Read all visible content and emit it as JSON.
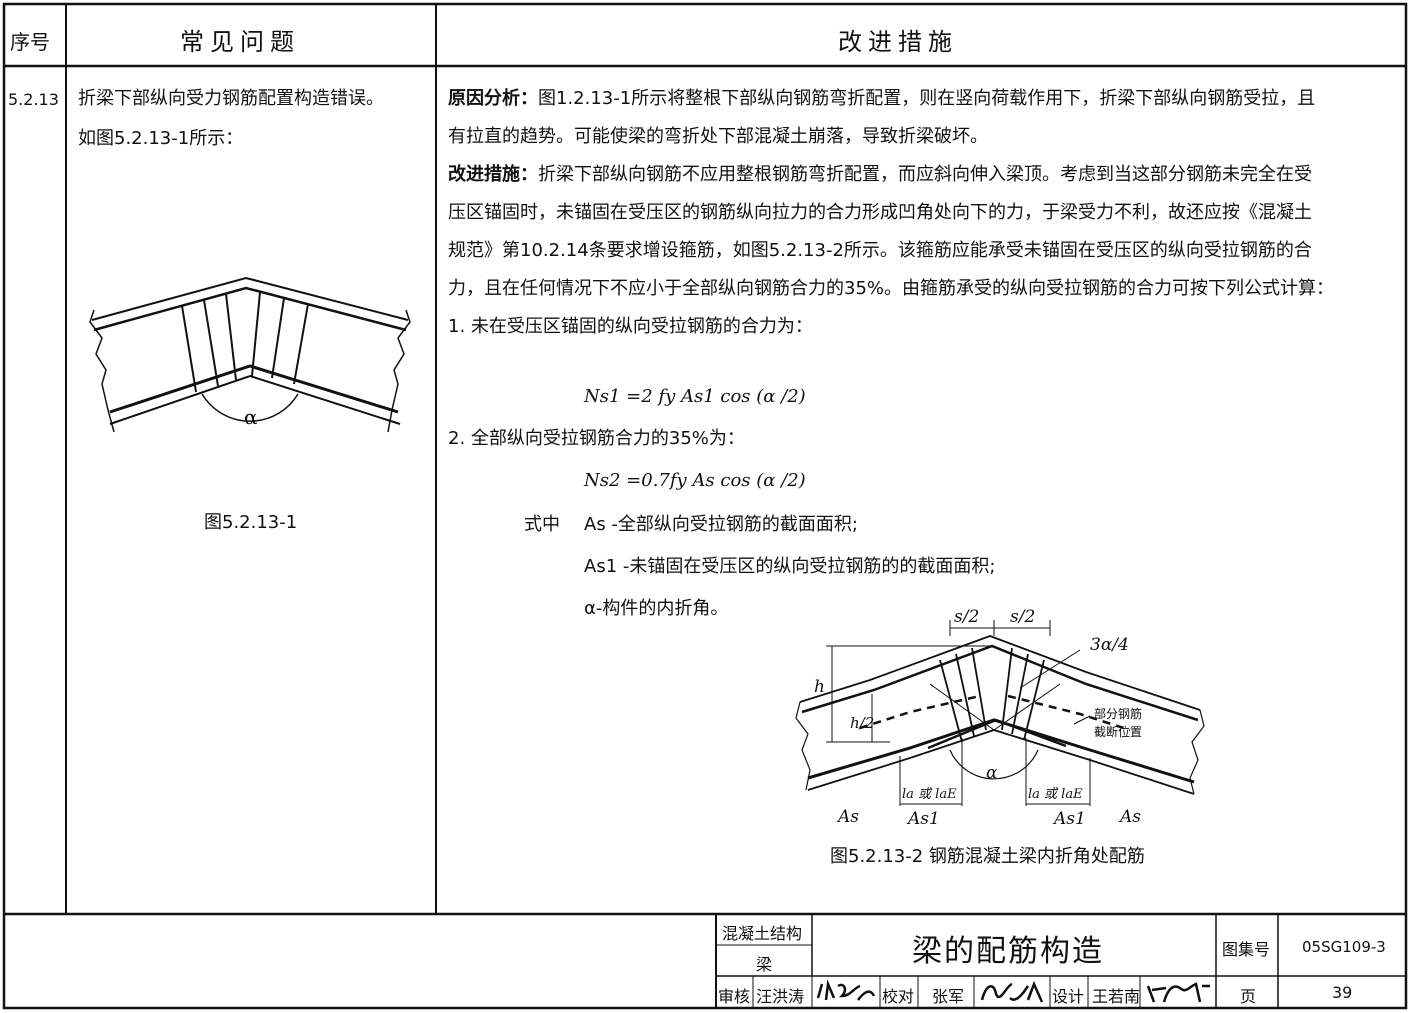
{
  "header": {
    "col_no": "序号",
    "col_problem": "常见问题",
    "col_fix": "改进措施"
  },
  "row": {
    "number": "5.2.13",
    "problem_line1": "折梁下部纵向受力钢筋配置构造错误。",
    "problem_line2": "如图5.2.13-1所示：",
    "fig1_caption": "图5.2.13-1",
    "fig1_alpha": "α"
  },
  "measures": {
    "lines": [
      {
        "bold": "原因分析：",
        "text": "图1.2.13-1所示将整根下部纵向钢筋弯折配置，则在竖向荷载作用下，折梁下部纵向钢筋受拉，且"
      },
      {
        "bold": "",
        "text": "有拉直的趋势。可能使梁的弯折处下部混凝土崩落，导致折梁破坏。"
      },
      {
        "bold": "改进措施：",
        "text": "折梁下部纵向钢筋不应用整根钢筋弯折配置，而应斜向伸入梁顶。考虑到当这部分钢筋未完全在受"
      },
      {
        "bold": "",
        "text": "压区锚固时，未锚固在受压区的钢筋纵向拉力的合力形成凹角处向下的力，于梁受力不利，故还应按《混凝土"
      },
      {
        "bold": "",
        "text": "规范》第10.2.14条要求增设箍筋，如图5.2.13-2所示。该箍筋应能承受未锚固在受压区的纵向受拉钢筋的合"
      },
      {
        "bold": "",
        "text": "力，且在任何情况下不应小于全部纵向钢筋合力的35%。由箍筋承受的纵向受拉钢筋的合力可按下列公式计算："
      },
      {
        "bold": "",
        "text": "1. 未在受压区锚固的纵向受拉钢筋的合力为："
      }
    ],
    "formula1": "Ns1 =2 fy As1 cos (α /2)",
    "item2": "2. 全部纵向受拉钢筋合力的35%为：",
    "formula2": "Ns2 =0.7fy As cos (α /2)",
    "where_label": "式中",
    "where1": "As -全部纵向受拉钢筋的截面面积;",
    "where2": "As1 -未锚固在受压区的纵向受拉钢筋的的截面面积;",
    "where3": "α-构件的内折角。"
  },
  "fig2": {
    "caption": "图5.2.13-2  钢筋混凝土梁内折角处配筋",
    "label_s2a": "s/2",
    "label_s2b": "s/2",
    "label_3a4": "3α/4",
    "label_h": "h",
    "label_h2": "h/2",
    "label_cut1": "部分钢筋",
    "label_cut2": "截断位置",
    "label_alpha": "α",
    "label_la_left": "la 或 laE",
    "label_la_right": "la 或 laE",
    "label_As_left": "As",
    "label_As1_left": "As1",
    "label_As1_right": "As1",
    "label_As_right": "As"
  },
  "titleblock": {
    "category1": "混凝土结构",
    "category2": "梁",
    "title": "梁的配筋构造",
    "atlas_label": "图集号",
    "atlas_no": "05SG109-3",
    "page_label": "页",
    "page_no": "39",
    "review_label": "审核",
    "review_name": "汪洪涛",
    "check_label": "校对",
    "check_name": "张军",
    "design_label": "设计",
    "design_name": "王若南"
  }
}
